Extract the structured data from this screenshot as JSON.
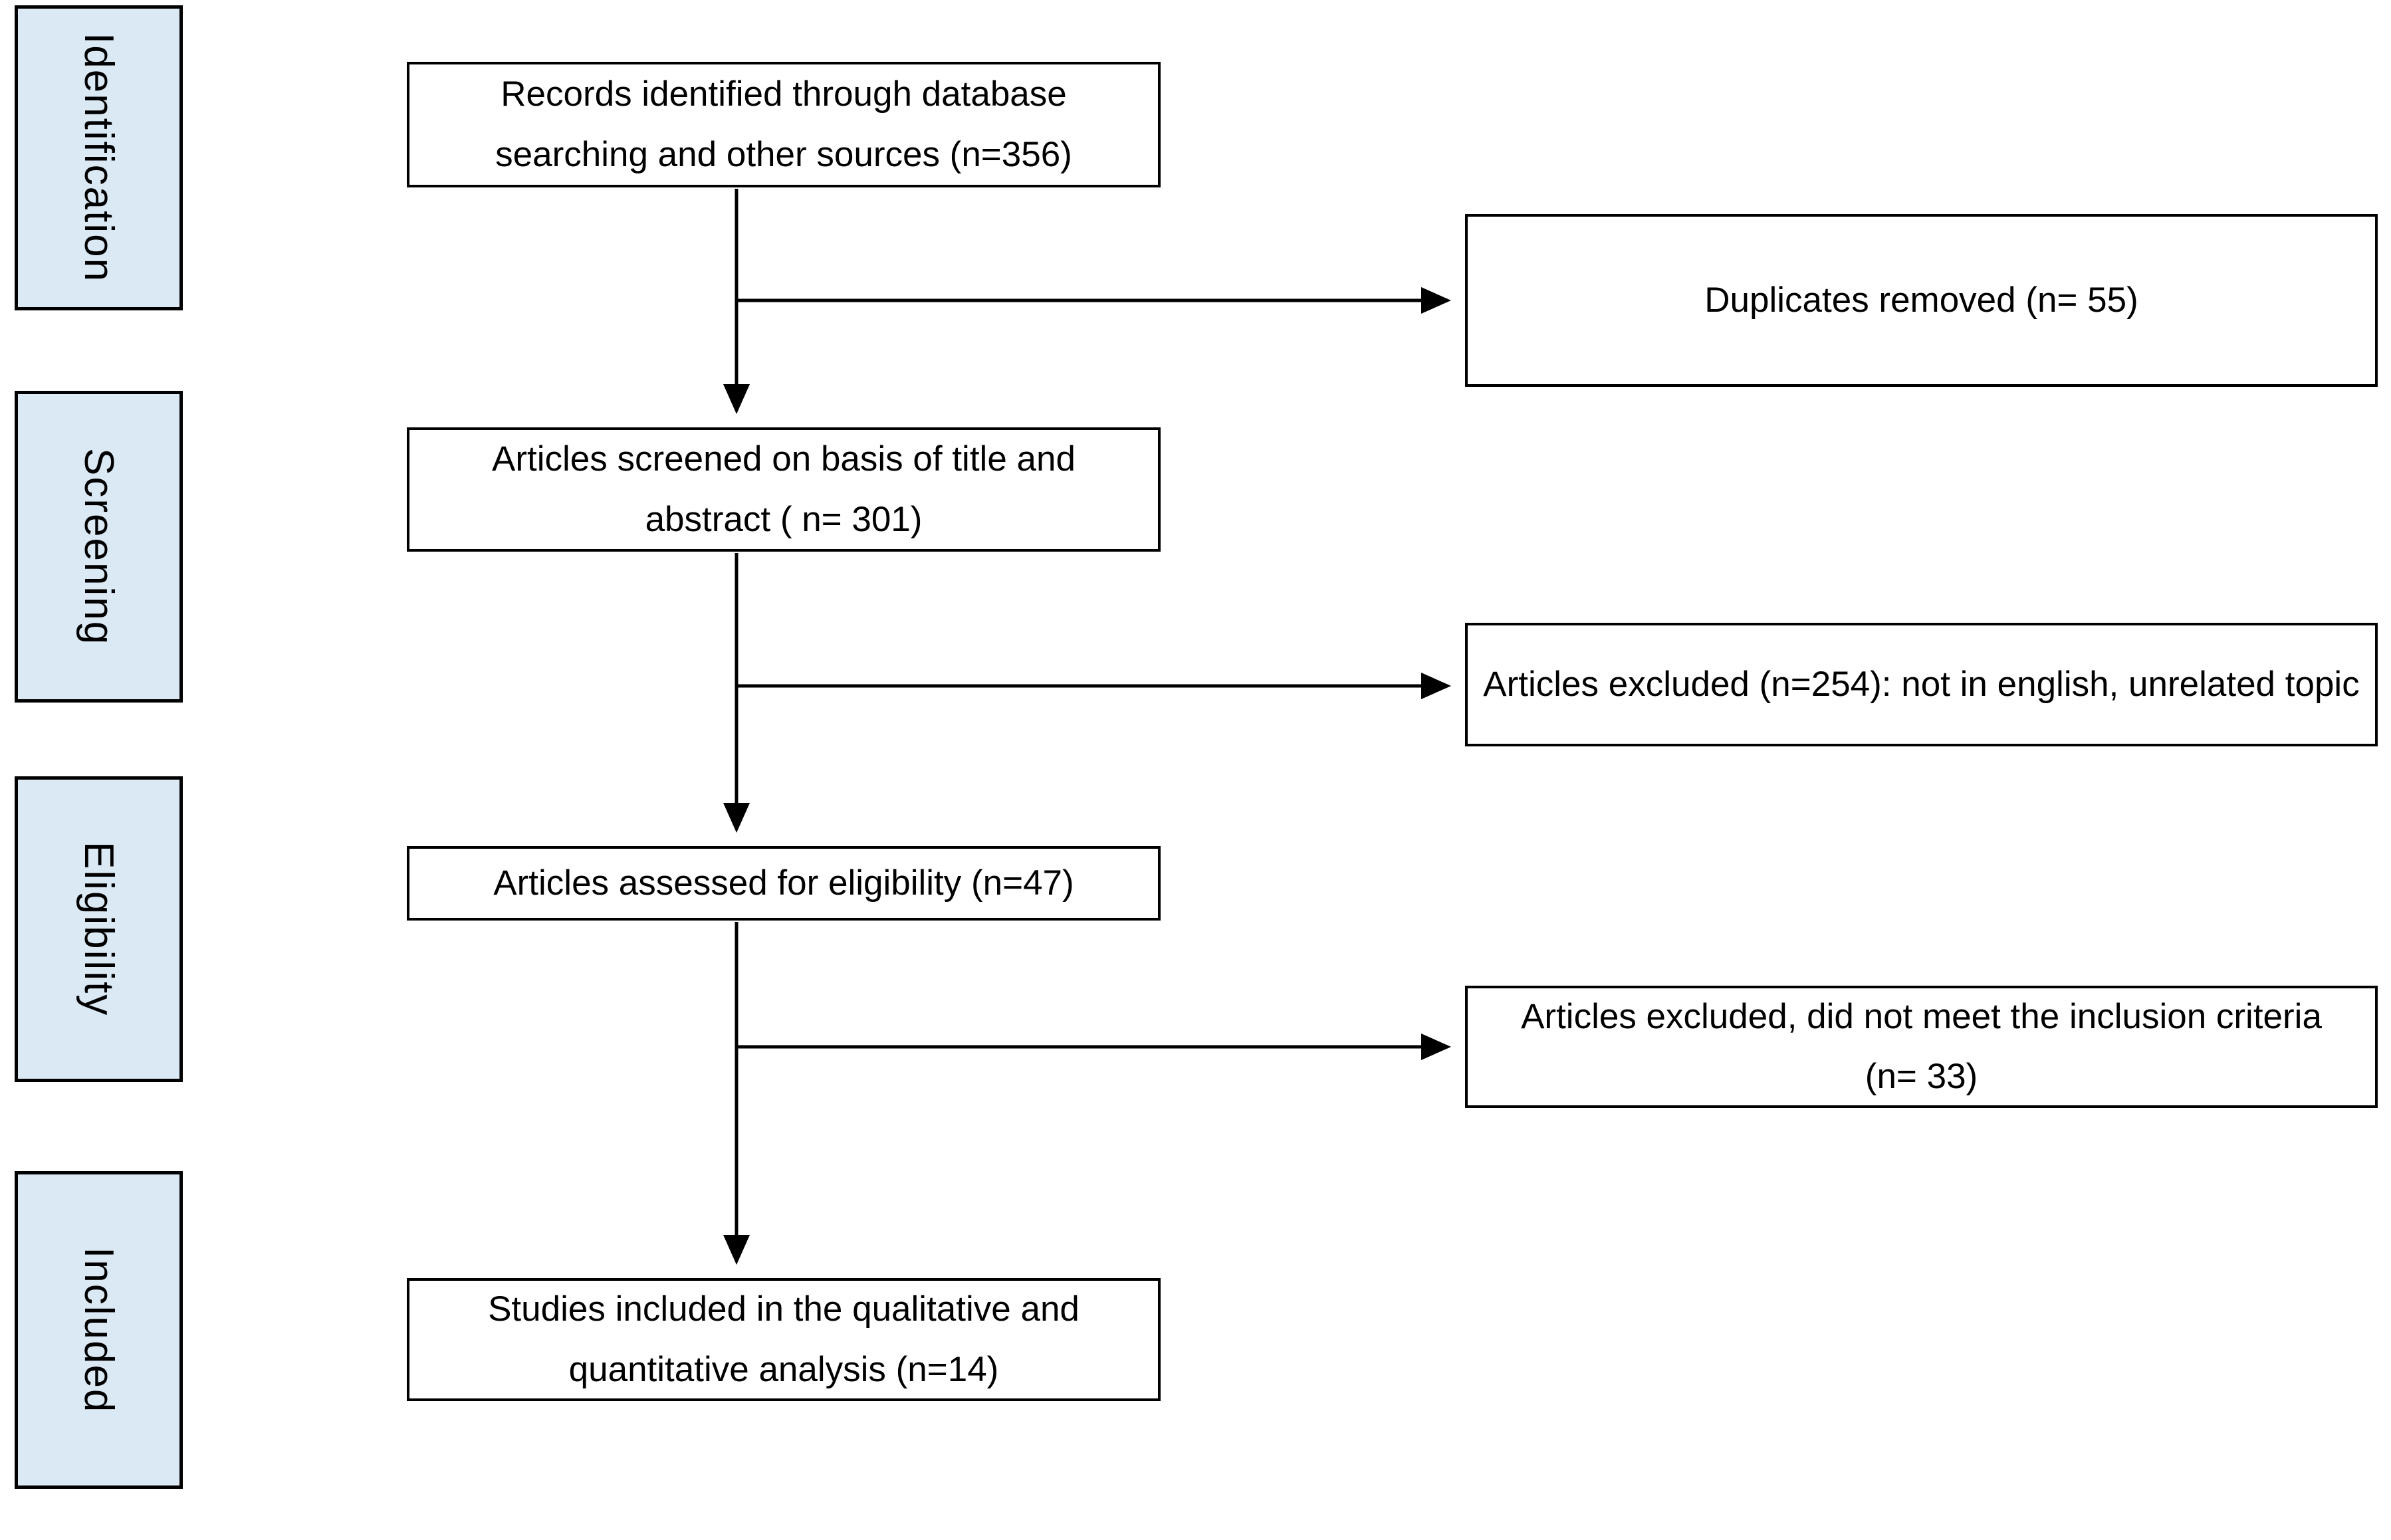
{
  "colors": {
    "stage_fill": "#dbe9f5",
    "line": "#000000",
    "background": "#ffffff"
  },
  "stages": [
    {
      "label": "Identification"
    },
    {
      "label": "Screening"
    },
    {
      "label": "Eligibility"
    },
    {
      "label": "Included"
    }
  ],
  "flow": {
    "identified": {
      "text": "Records identified through database searching and other sources (n=356)"
    },
    "screened": {
      "text": "Articles screened on basis of title and abstract ( n= 301)"
    },
    "assessed": {
      "text": "Articles assessed for eligibility (n=47)"
    },
    "included": {
      "text": "Studies included in the qualitative and quantitative analysis (n=14)"
    }
  },
  "exclusions": {
    "duplicates": {
      "text": "Duplicates removed (n= 55)"
    },
    "screening_excluded": {
      "text": "Articles excluded (n=254): not in english, unrelated topic"
    },
    "eligibility_excluded": {
      "text": "Articles excluded, did not meet the inclusion criteria (n= 33)"
    }
  }
}
